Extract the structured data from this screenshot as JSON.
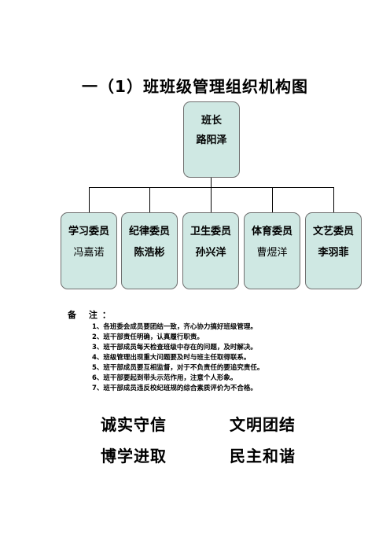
{
  "title": "一（1）班班级管理组织机构图",
  "head": {
    "role": "班长",
    "name": "路阳泽"
  },
  "members": [
    {
      "role": "学习委员",
      "name": "冯嘉诺"
    },
    {
      "role": "纪律委员",
      "name": "陈浩彬"
    },
    {
      "role": "卫生委员",
      "name": "孙兴洋"
    },
    {
      "role": "体育委员",
      "name": "曹煜洋"
    },
    {
      "role": "文艺委员",
      "name": "李羽菲"
    }
  ],
  "notes_title": "备 注：",
  "notes": [
    "1、各班委会成员要团结一致，齐心协力搞好班级管理。",
    "2、班干部责任明确，认真履行职责。",
    "3、班干部成员每天检查班级中存在的问题，及时解决。",
    "4、班级管理出现重大问题要及时与班主任取得联系。",
    "5、班干部成员要互相监督，对于不负责任的要追究责任。",
    "6、班干部要起到带头示范作用，注意个人形象。",
    "7、班干部成员违反校纪班规的综合素质评价为不合格。"
  ],
  "slogans": [
    "诚实守信",
    "文明团结",
    "博学进取",
    "民主和谐"
  ],
  "colors": {
    "box_fill": "#cfe8e3",
    "box_border": "#6e6e6e"
  }
}
